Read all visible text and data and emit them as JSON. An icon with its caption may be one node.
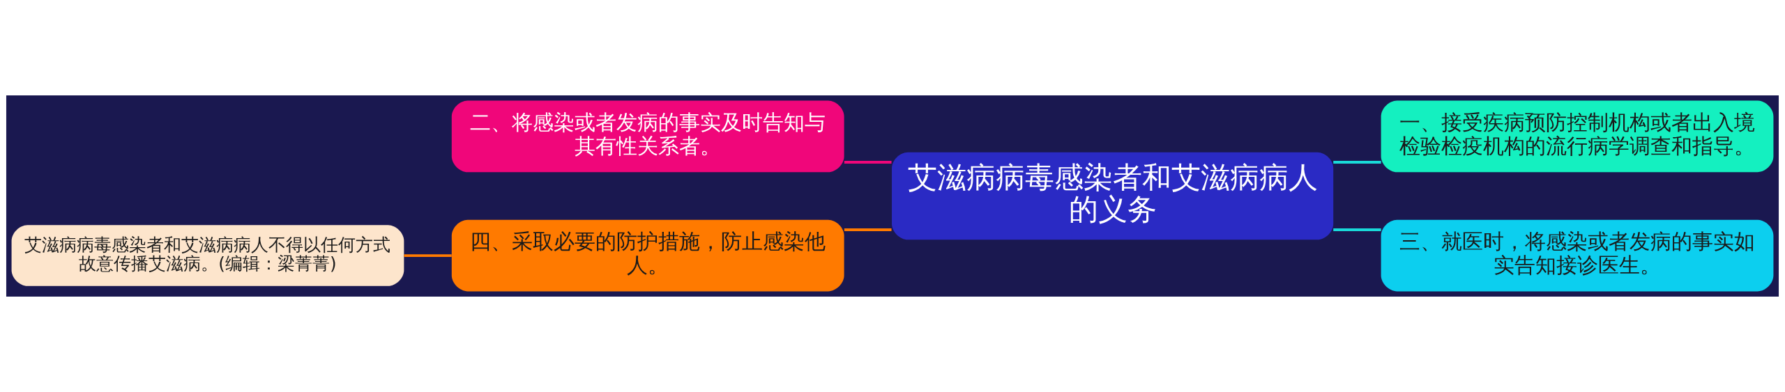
{
  "diagram": {
    "nodes": [
      {
        "text": [
          "艾滋病病毒感染者和艾滋病病人的义务"
        ]
      },
      {
        "text": [
          "一、接受疾病预防控制机构或者出入境检验检疫机构的流行病学调查和指导。"
        ]
      },
      {
        "text": [
          "三、就医时，将感染或者发病的事实如实告知接诊医生。"
        ]
      },
      {
        "text": [
          "二、将感染或者发病的事实及时告知与其有性关系者。"
        ]
      },
      {
        "text": [
          "四、采取必要的防护措施，防止感染他人。"
        ]
      },
      {
        "text": [
          "艾滋病病毒感染者和艾滋病病人不得以任何方式故意传播艾滋病。(编辑：梁菁菁)"
        ]
      }
    ],
    "edges": [
      {
        "from": 0,
        "to": 1,
        "arrow": "none",
        "color": "#19d9d9"
      },
      {
        "from": 0,
        "to": 2,
        "arrow": "none",
        "color": "#19d9d9"
      },
      {
        "from": 0,
        "to": 3,
        "arrow": "none",
        "color": "#f0067a"
      },
      {
        "from": 0,
        "to": 4,
        "arrow": "none",
        "color": "#ff7a00"
      },
      {
        "from": 4,
        "to": 5,
        "arrow": "none",
        "color": "#ff7a00"
      }
    ]
  }
}
